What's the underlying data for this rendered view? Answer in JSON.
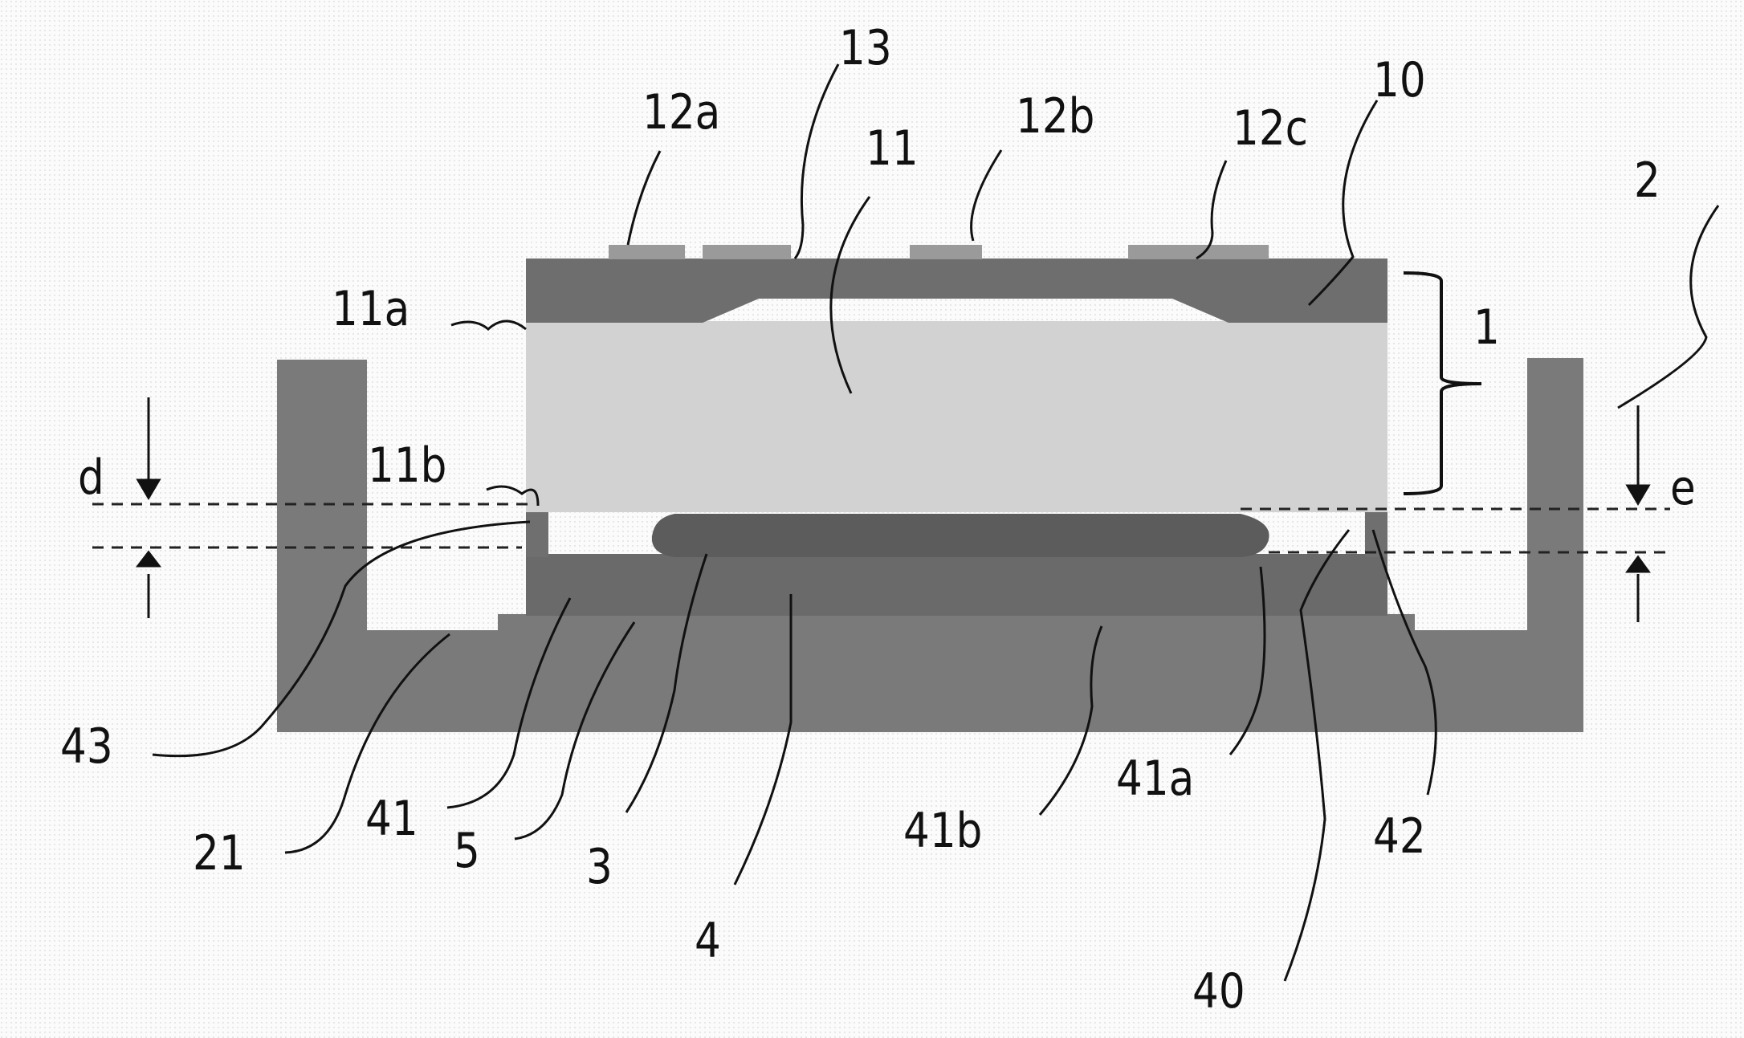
{
  "figure": {
    "type": "patent cross-section diagram",
    "colors": {
      "background": "#fbfbfb",
      "package": "#7a7a7a",
      "top_layer": "#6e6e6e",
      "contacts": "#9a9a9a",
      "chip_body": "#cfcfcf",
      "substrate": "#6a6a6a",
      "blob": "#5c5c5c",
      "leader": "#111111"
    }
  },
  "labels": {
    "l1": "1",
    "l2": "2",
    "l3": "3",
    "l4": "4",
    "l5": "5",
    "l10": "10",
    "l11": "11",
    "l11a": "11a",
    "l11b": "11b",
    "l12a": "12a",
    "l12b": "12b",
    "l12c": "12c",
    "l13": "13",
    "l21": "21",
    "l40": "40",
    "l41": "41",
    "l41a": "41a",
    "l41b": "41b",
    "l42": "42",
    "l43": "43",
    "d": "d",
    "e": "e"
  }
}
